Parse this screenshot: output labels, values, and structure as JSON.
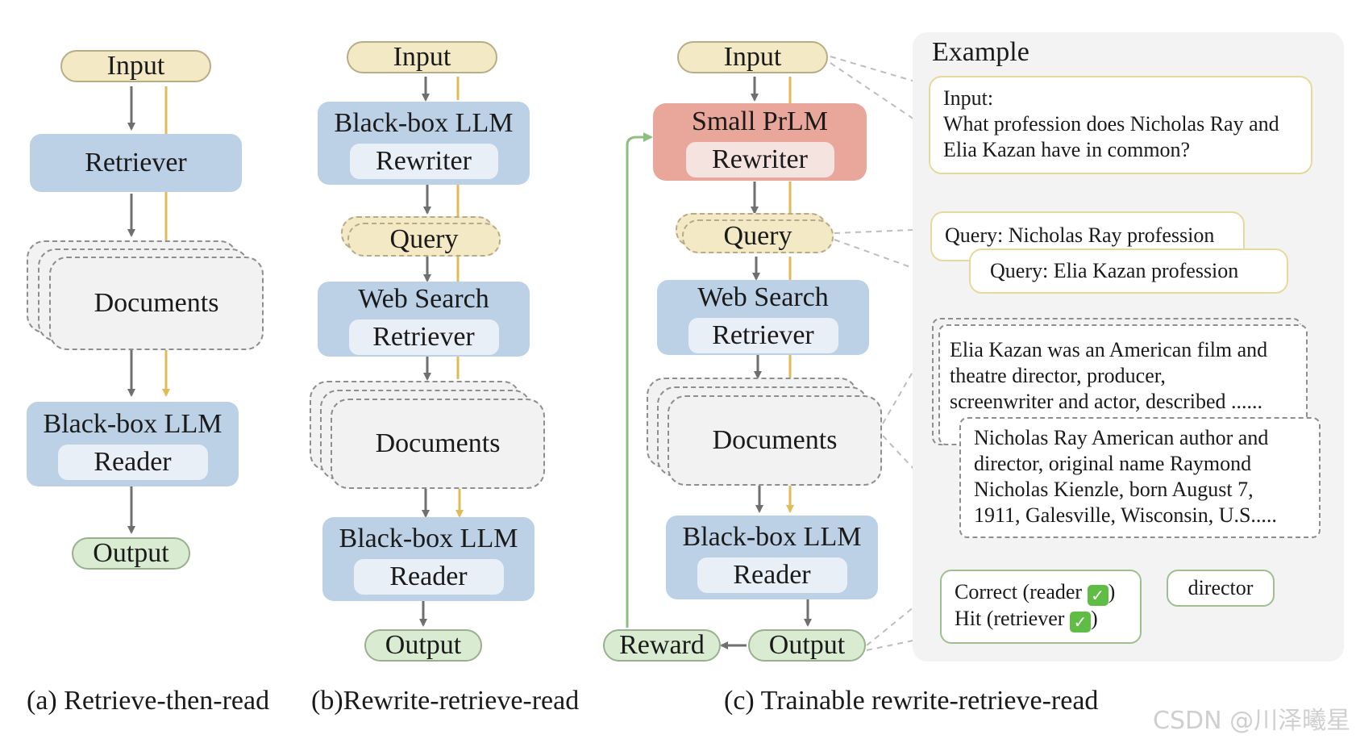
{
  "diagram": {
    "labels": {
      "input": "Input",
      "output": "Output",
      "retriever": "Retriever",
      "documents": "Documents",
      "blackbox_llm": "Black-box LLM",
      "reader": "Reader",
      "rewriter": "Rewriter",
      "query": "Query",
      "web_search": "Web Search",
      "small_prlm": "Small PrLM",
      "reward": "Reward"
    },
    "captions": {
      "a": "(a) Retrieve-then-read",
      "b": "(b)Rewrite-retrieve-read",
      "c": "(c) Trainable rewrite-retrieve-read"
    },
    "example": {
      "title": "Example",
      "input_label": "Input:",
      "input_text_1": "What profession does Nicholas Ray and",
      "input_text_2": "Elia Kazan have in common?",
      "query_1": "Query: Nicholas Ray profession",
      "query_2": "Query: Elia Kazan profession",
      "doc1_line1": "Elia Kazan was an American film and",
      "doc1_line2": "theatre director, producer,",
      "doc1_line3": "screenwriter and actor, described  ......",
      "doc2_line1": "Nicholas Ray American author and",
      "doc2_line2": "director, original name Raymond",
      "doc2_line3": "Nicholas Kienzle, born August 7,",
      "doc2_line4": "1911, Galesville, Wisconsin, U.S.....",
      "correct_text": "Correct (reader",
      "hit_text": "Hit (retriever",
      "close_paren": ")",
      "answer": "director"
    },
    "watermark": "CSDN @川泽曦星",
    "colors": {
      "input_fill": "#f3e9c5",
      "output_fill": "#d9ecd1",
      "llm_fill": "#bcd1e6",
      "prlm_fill": "#e8a79a",
      "docs_fill": "#f2f2f2",
      "gray_arrow": "#6f6f6f",
      "gold_line": "#e0bb5a",
      "green_arrow": "#8fbf80"
    },
    "icons": [
      "check-mark-icon"
    ]
  }
}
